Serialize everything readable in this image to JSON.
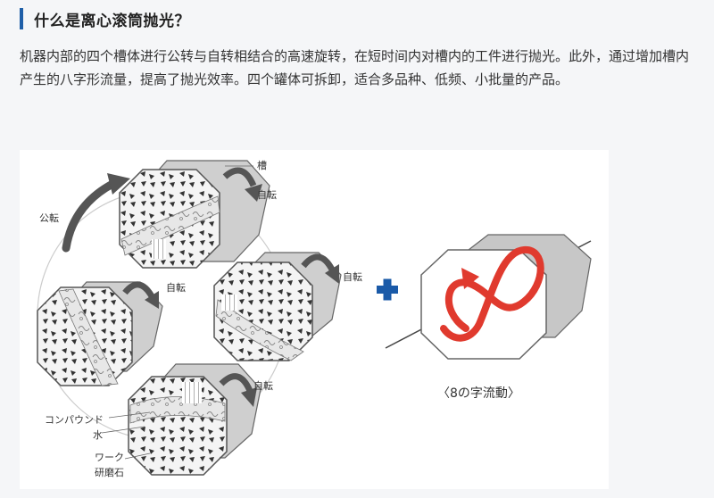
{
  "heading": {
    "title": "什么是离心滚筒抛光？"
  },
  "description": "机器内部的四个槽体进行公转与自转相结合的高速旋转，在短时间内对槽内的工件进行抛光。此外，通过增加槽内产生的八字形流量，提高了抛光效率。四个罐体可拆卸，适合多品种、低频、小批量的产品。",
  "figure": {
    "labels": {
      "tank": "槽",
      "rotation": "自転",
      "revolution": "公転",
      "compound": "コンパウンド",
      "water": "水",
      "work": "ワーク",
      "media": "研磨石",
      "figure8": "〈8の字流動〉"
    },
    "colors": {
      "accent_blue": "#1f5fa8",
      "plus_blue": "#1a5aa8",
      "flow_red": "#e03a2e",
      "arrow_gray": "#555555",
      "tank_gray": "#bdbdbd"
    }
  }
}
